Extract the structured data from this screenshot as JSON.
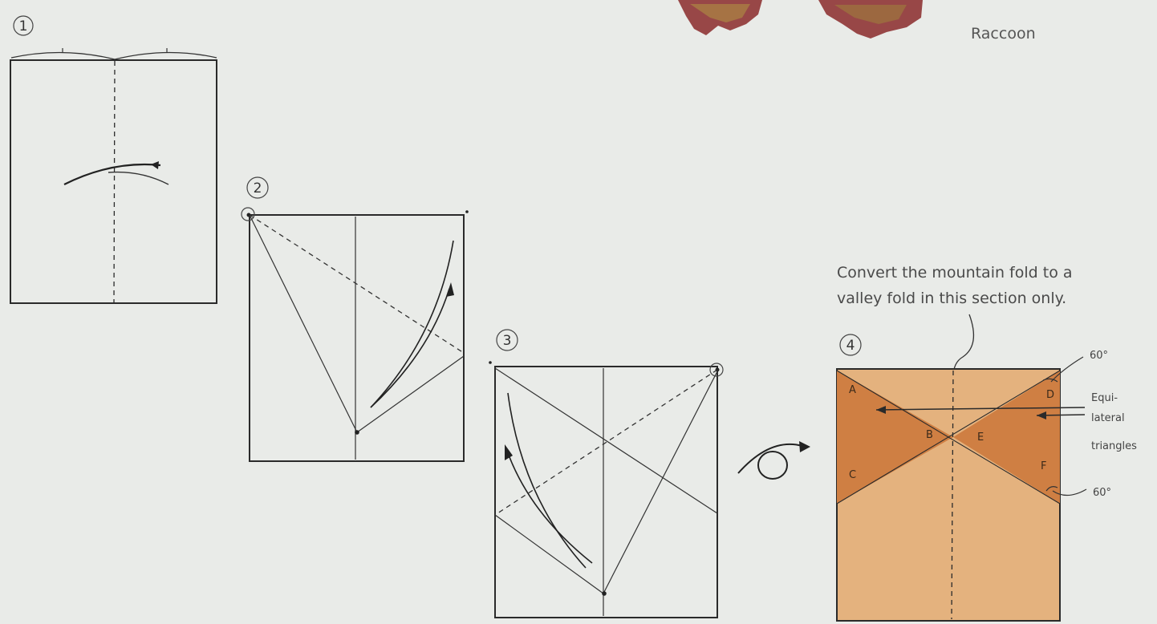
{
  "header": {
    "raccoon_label": "Raccoon"
  },
  "steps": [
    {
      "number": "1"
    },
    {
      "number": "2"
    },
    {
      "number": "3"
    },
    {
      "number": "4"
    }
  ],
  "step4": {
    "note_line1": "Convert the mountain fold to a",
    "note_line2": "valley fold in this section only.",
    "angle_top": "60°",
    "angle_bottom": "60°",
    "triangle_note": [
      "Equi-",
      "lateral",
      "triangles"
    ],
    "points": {
      "A": "A",
      "B": "B",
      "C": "C",
      "D": "D",
      "E": "E",
      "F": "F"
    }
  },
  "colors": {
    "paper_light": "#e4b27e",
    "paper_dark": "#cf7f43",
    "line": "#2a2a2a",
    "raccoon": "#8a2a2a"
  }
}
